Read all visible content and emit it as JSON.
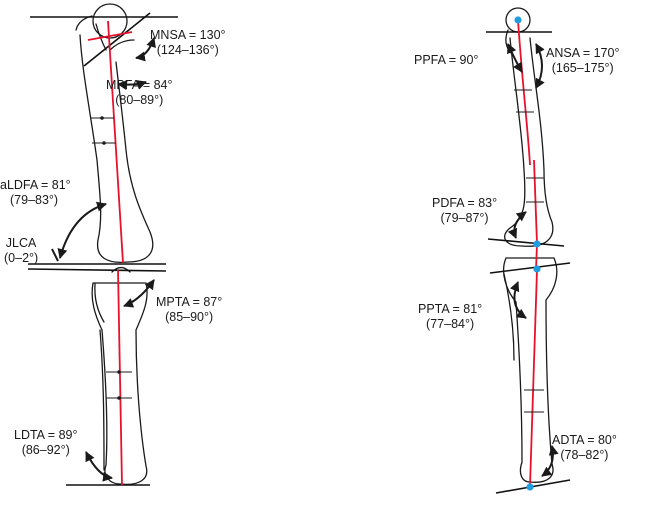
{
  "colors": {
    "mechanical_axis": "#e8112d",
    "joint_center_marker": "#1f9de0",
    "line_art": "#1a1a1a"
  },
  "frontal_view": {
    "angles": [
      {
        "name": "MNSA = 130°",
        "range": "(124–136°)"
      },
      {
        "name": "MPFA = 84°",
        "range": "(80–89°)"
      },
      {
        "name": "aLDFA = 81°",
        "range": "(79–83°)"
      },
      {
        "name": "JLCA",
        "range": "(0–2°)"
      },
      {
        "name": "MPTA = 87°",
        "range": "(85–90°)"
      },
      {
        "name": "LDTA = 89°",
        "range": "(86–92°)"
      }
    ]
  },
  "sagittal_view": {
    "angles": [
      {
        "name": "PPFA = 90°",
        "range": ""
      },
      {
        "name": "ANSA = 170°",
        "range": "(165–175°)"
      },
      {
        "name": "PDFA = 83°",
        "range": "(79–87°)"
      },
      {
        "name": "PPTA = 81°",
        "range": "(77–84°)"
      },
      {
        "name": "ADTA = 80°",
        "range": "(78–82°)"
      }
    ]
  }
}
